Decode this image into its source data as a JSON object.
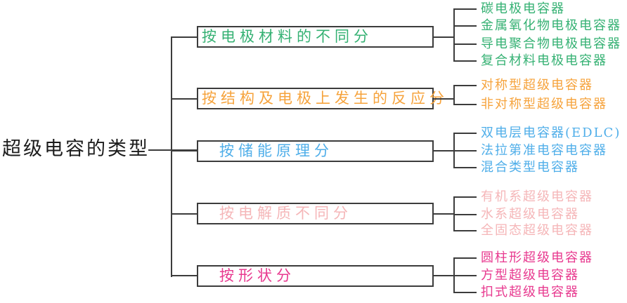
{
  "root": {
    "label": "超级电容的类型"
  },
  "groups": [
    {
      "label": "按电极材料的不同分",
      "color": "#35b173",
      "leaves": [
        "碳电极电容器",
        "金属氧化物电极电容器",
        "导电聚合物电极电容器",
        "复合材料电极电容器"
      ]
    },
    {
      "label": "按结构及电极上发生的反应分",
      "color": "#f6a33c",
      "leaves": [
        "对称型超级电容器",
        "非对称型超级电容器"
      ]
    },
    {
      "label": "按储能原理分",
      "color": "#4faee9",
      "leaves": [
        "双电层电容器(EDLC)",
        "法拉第准电容电容器",
        "混合类型电容器"
      ]
    },
    {
      "label": "按电解质不同分",
      "color": "#f5b6b8",
      "leaves": [
        "有机系超级电容器",
        "水系超级电容器",
        "全固态超级电容器"
      ]
    },
    {
      "label": "按形状分",
      "color": "#e8398f",
      "leaves": [
        "圆柱形超级电容器",
        "方型超级电容器",
        "扣式超级电容器"
      ]
    }
  ],
  "colors": {
    "line": "#3c3c3c",
    "root_text": "#1c1c1c",
    "background": "#ffffff"
  }
}
